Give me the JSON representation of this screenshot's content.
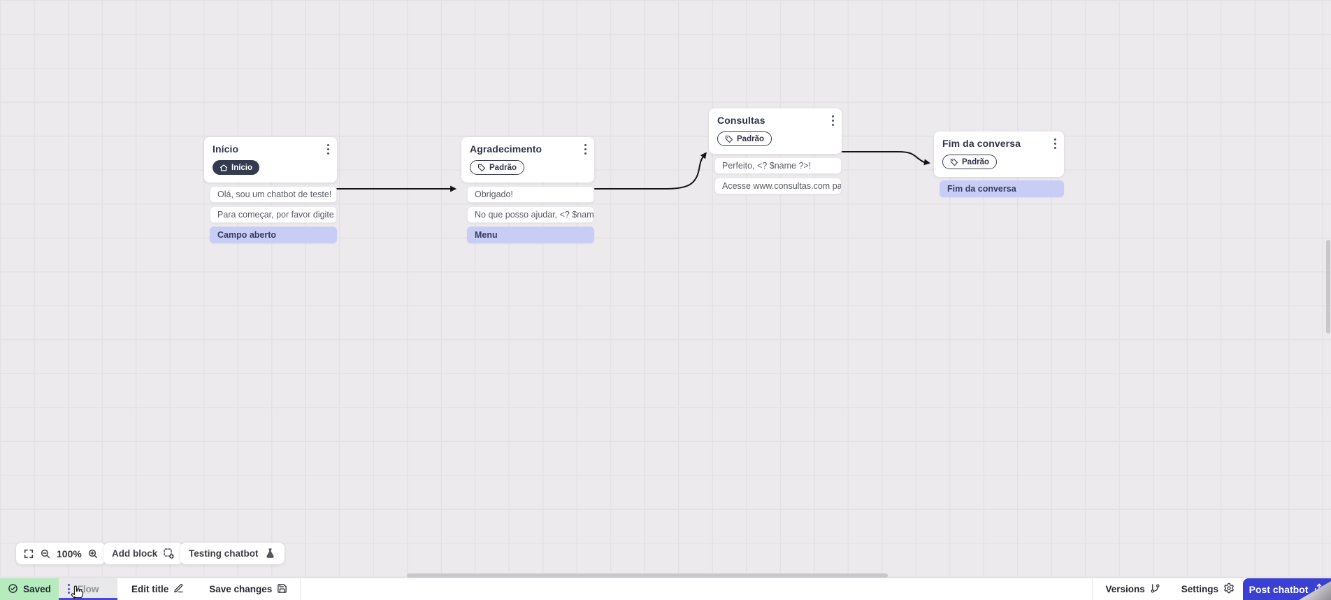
{
  "canvas": {
    "nodes": [
      {
        "title": "Início",
        "badge": {
          "icon": "home-icon",
          "label": "Início",
          "style": "dark"
        },
        "bubbles": [
          {
            "type": "message",
            "text": "Olá, sou um chatbot de teste!"
          },
          {
            "type": "message",
            "text": "Para começar, por favor digite o ..."
          },
          {
            "type": "input",
            "text": "Campo aberto"
          }
        ]
      },
      {
        "title": "Agradecimento",
        "badge": {
          "icon": "tag-icon",
          "label": "Padrão",
          "style": "outline"
        },
        "bubbles": [
          {
            "type": "message",
            "text": "Obrigado!"
          },
          {
            "type": "message",
            "text": "No que posso ajudar, <? $name ..."
          },
          {
            "type": "input",
            "text": "Menu"
          }
        ]
      },
      {
        "title": "Consultas",
        "badge": {
          "icon": "tag-icon",
          "label": "Padrão",
          "style": "outline"
        },
        "bubbles": [
          {
            "type": "message",
            "text": "Perfeito, <? $name ?>!"
          },
          {
            "type": "message",
            "text": "Acesse www.consultas.com par..."
          }
        ]
      },
      {
        "title": "Fim da conversa",
        "badge": {
          "icon": "tag-icon",
          "label": "Padrão",
          "style": "outline"
        },
        "bubbles": [
          {
            "type": "input",
            "text": "Fim da conversa"
          }
        ]
      }
    ]
  },
  "toolbar": {
    "zoom_level": "100%",
    "add_block_label": "Add block",
    "testing_chatbot_label": "Testing chatbot"
  },
  "bottom_bar": {
    "saved_label": "Saved",
    "flow_tab_label": "Flow",
    "edit_title_label": "Edit title",
    "save_changes_label": "Save changes",
    "versions_label": "Versions",
    "settings_label": "Settings",
    "post_chatbot_label": "Post chatbot"
  },
  "colors": {
    "accent_blue": "#3a40d2",
    "saved_green": "#b6ebbd",
    "lavender_bubble": "#c7cdf5",
    "dark_badge": "#343a4f",
    "canvas_bg": "#eceaec",
    "connector": "#141414"
  }
}
